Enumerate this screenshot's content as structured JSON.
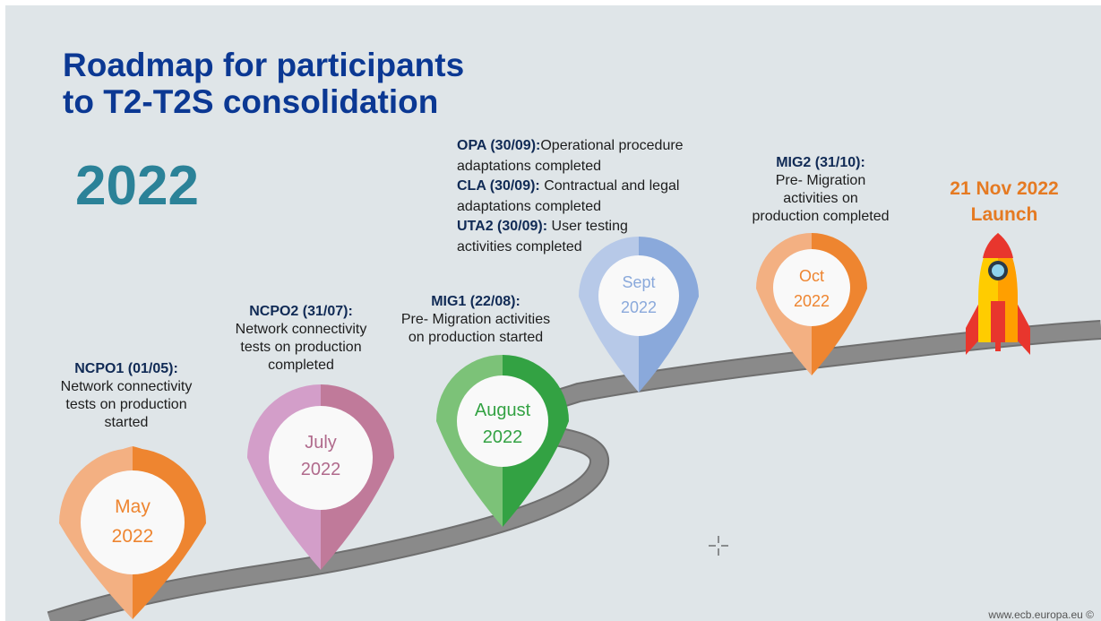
{
  "title": {
    "line1": "Roadmap for participants",
    "line2": "to T2-T2S consolidation"
  },
  "year": "2022",
  "milestones": [
    {
      "code": "NCPO1 (01/05):",
      "lines": [
        "Network connectivity",
        "tests on production",
        "started"
      ],
      "pin_month": "May",
      "pin_year": "2022",
      "color_light": "#f3b082",
      "color_dark": "#ee8530"
    },
    {
      "code": "NCPO2 (31/07):",
      "lines": [
        "Network connectivity",
        "tests on production",
        "completed"
      ],
      "pin_month": "July",
      "pin_year": "2022",
      "color_light": "#d39ec9",
      "color_dark": "#c07a9a"
    },
    {
      "code": "MIG1 (22/08):",
      "lines": [
        "Pre- Migration activities",
        "on production started"
      ],
      "pin_month": "August",
      "pin_year": "2022",
      "color_light": "#7cc278",
      "color_dark": "#33a243"
    },
    {
      "items": [
        {
          "code": "OPA (30/09):",
          "text1": "Operational procedure",
          "text2": "adaptations completed"
        },
        {
          "code": "CLA (30/09):",
          "text1": " Contractual and legal",
          "text2": "adaptations completed"
        },
        {
          "code": "UTA2 (30/09):",
          "text1": " User testing",
          "text2": "activities completed"
        }
      ],
      "pin_month": "Sept",
      "pin_year": "2022",
      "color_light": "#b7c9e8",
      "color_dark": "#8aa9db"
    },
    {
      "code": "MIG2 (31/10):",
      "lines": [
        "Pre- Migration",
        "activities on",
        "production completed"
      ],
      "pin_month": "Oct",
      "pin_year": "2022",
      "color_light": "#f3b082",
      "color_dark": "#ee8530"
    }
  ],
  "launch": {
    "date": "21 Nov 2022",
    "label": "Launch"
  },
  "source": "www.ecb.europa.eu ©"
}
